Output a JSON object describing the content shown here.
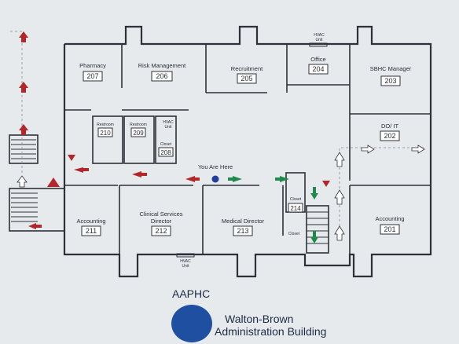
{
  "org": "AAPHC",
  "building": {
    "line1": "Walton-Brown",
    "line2": "Administration Building"
  },
  "you_are_here": "You Are Here",
  "rooms": {
    "pharmacy": {
      "name": "Pharmacy",
      "number": "207"
    },
    "risk": {
      "name": "Risk Management",
      "number": "206"
    },
    "recruitment": {
      "name": "Recruitment",
      "number": "205"
    },
    "office": {
      "name": "Office",
      "number": "204"
    },
    "sbhc": {
      "name": "SBHC Manager",
      "number": "203"
    },
    "restroom1": {
      "name": "Restroom",
      "number": "210"
    },
    "restroom2": {
      "name": "Restroom",
      "number": "209"
    },
    "closet208": {
      "name": "Closet",
      "number": "208"
    },
    "doit": {
      "name": "DO/ IT",
      "number": "202"
    },
    "accounting211": {
      "name": "Accounting",
      "number": "211"
    },
    "clinical": {
      "name": "Clinical Services Director",
      "line1": "Clinical Services",
      "line2": "Director",
      "number": "212"
    },
    "medical": {
      "name": "Medical Director",
      "number": "213"
    },
    "closet214": {
      "name": "Closet",
      "number": "214"
    },
    "closet2": {
      "name": "Closet"
    },
    "accounting201": {
      "name": "Accounting",
      "number": "201"
    }
  },
  "hvac": {
    "line1": "HVAC",
    "line2": "Unit"
  },
  "colors": {
    "exit_arrow": "#b3262a",
    "green_arrow": "#1f8a4c",
    "marker": "#1f3f9a",
    "logo": "#1f4fa0"
  },
  "icons": [
    "exit-arrow-icon",
    "direction-arrow-icon",
    "stairs-icon",
    "you-are-here-icon",
    "logo-icon"
  ]
}
